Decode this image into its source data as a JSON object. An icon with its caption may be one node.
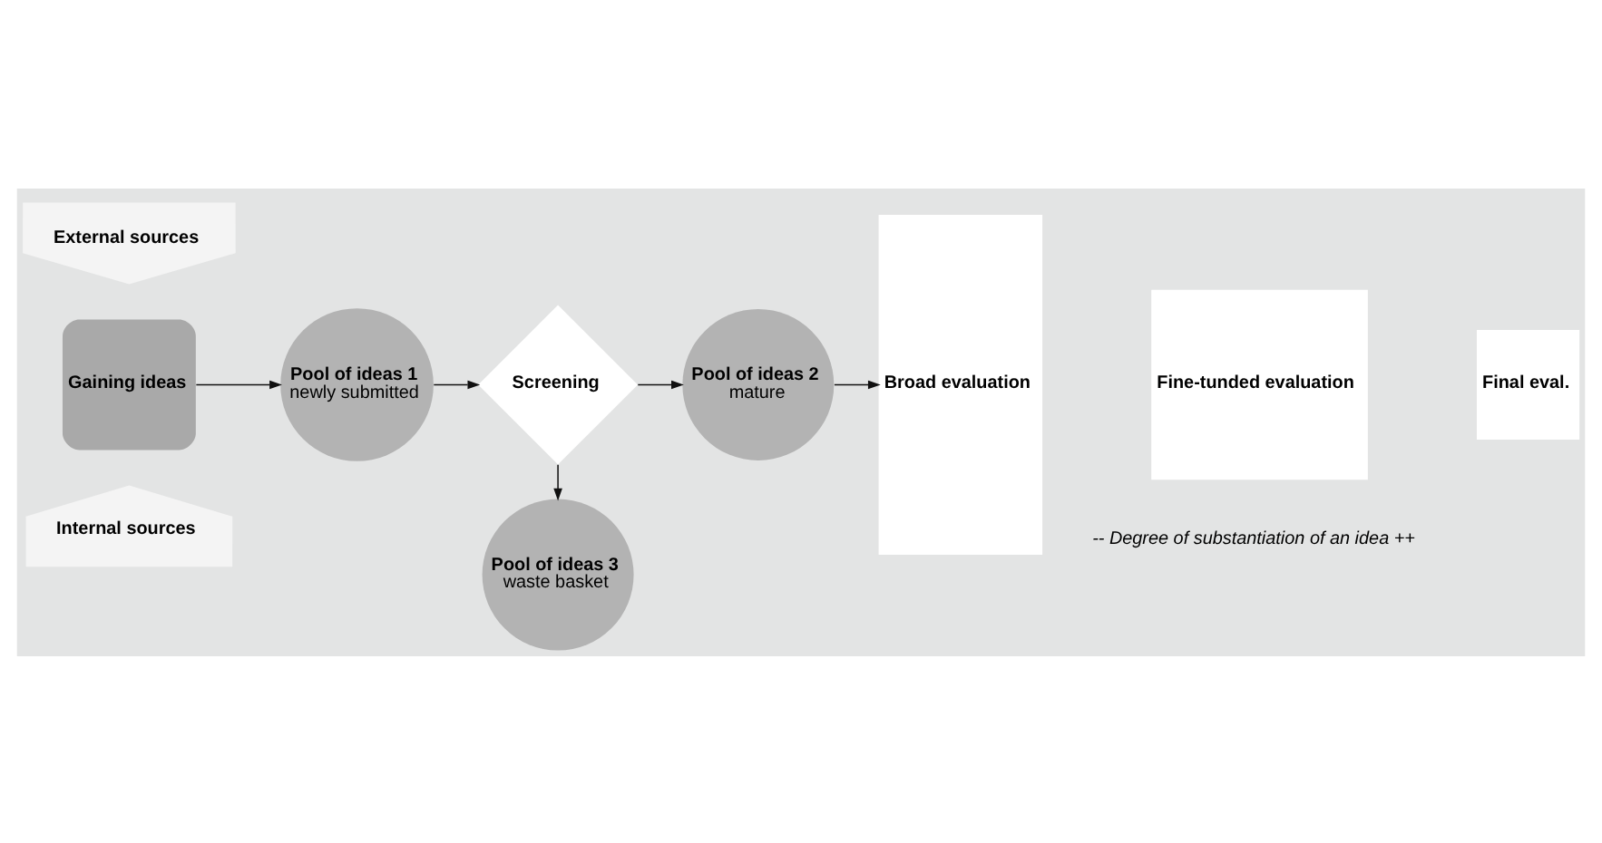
{
  "diagram": {
    "nodes": [
      {
        "text": [
          "External sources"
        ]
      },
      {
        "text": [
          "Gaining ideas"
        ]
      },
      {
        "text": [
          "Internal sources"
        ]
      },
      {
        "text": [
          "Pool of ideas 1",
          "newly submitted"
        ]
      },
      {
        "text": [
          "Screening"
        ]
      },
      {
        "text": [
          "Pool of ideas 2",
          "mature"
        ]
      },
      {
        "text": [
          "Pool of ideas 3",
          "waste basket"
        ]
      },
      {
        "text": [
          "Broad evaluation"
        ]
      },
      {
        "text": [
          "Fine-tunded evaluation"
        ]
      },
      {
        "text": [
          "Final eval."
        ]
      }
    ],
    "edges": [
      {
        "from": 1,
        "to": 3,
        "arrow": "to"
      },
      {
        "from": 3,
        "to": 4,
        "arrow": "to"
      },
      {
        "from": 4,
        "to": 5,
        "arrow": "to"
      },
      {
        "from": 4,
        "to": 6,
        "arrow": "to"
      },
      {
        "from": 5,
        "to": 7,
        "arrow": "to"
      }
    ],
    "labels": [
      "-- Degree of substantiation of an idea ++"
    ]
  }
}
